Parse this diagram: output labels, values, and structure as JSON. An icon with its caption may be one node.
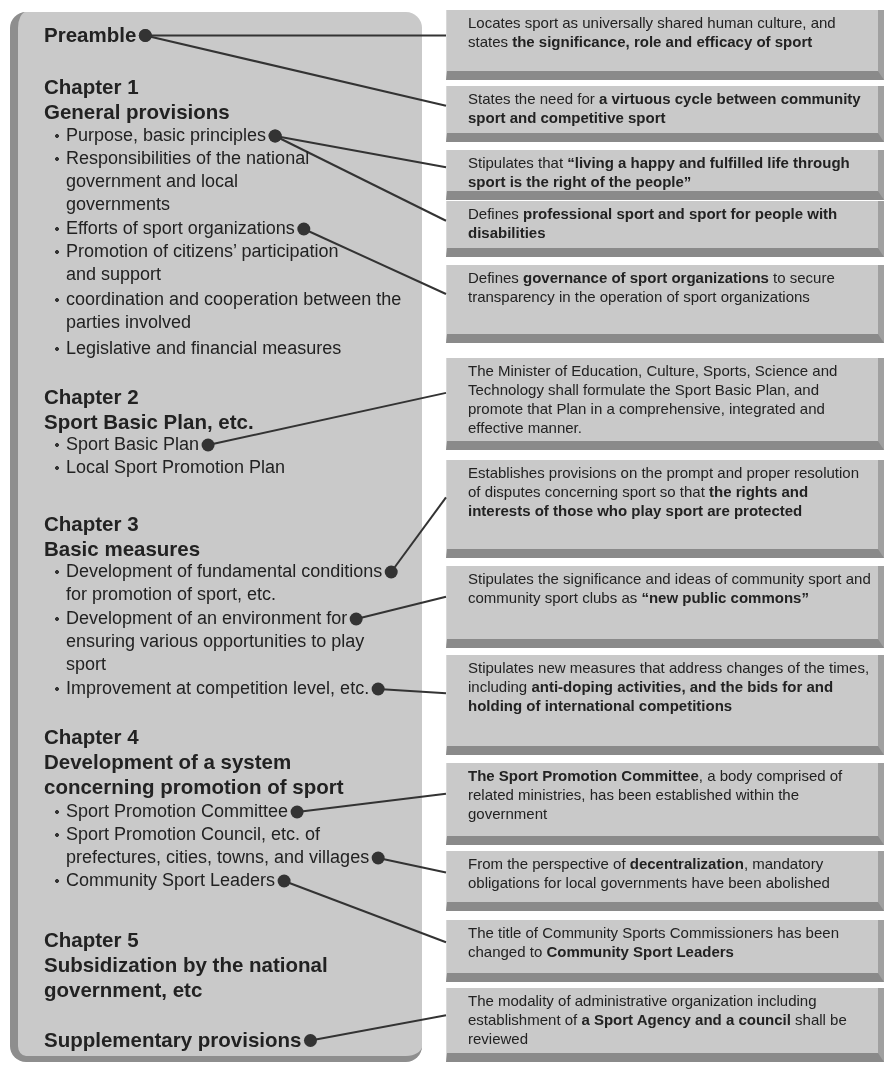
{
  "diagram": {
    "nodes": [
      {
        "text": [],
        "shape": "box"
      },
      {
        "text": [
          "Preamble"
        ],
        "in": 0
      },
      {
        "text": [
          "Purpose, basic principles"
        ],
        "in": 0
      },
      {
        "text": [
          "Responsibilities of the national government and local governments"
        ],
        "in": 0
      },
      {
        "text": [
          "Efforts of sport organizations"
        ],
        "in": 0
      },
      {
        "text": [
          "Promotion of citizens’ participation and support"
        ],
        "in": 0
      },
      {
        "text": [
          "coordination and cooperation between the parties involved"
        ],
        "in": 0
      },
      {
        "text": [
          "Legislative and financial measures"
        ],
        "in": 0
      },
      {
        "text": [
          "Sport Basic Plan"
        ],
        "in": 0
      },
      {
        "text": [
          "Local Sport Promotion Plan"
        ],
        "in": 0
      },
      {
        "text": [
          "Development of fundamental conditions for promotion of sport, etc."
        ],
        "in": 0
      },
      {
        "text": [
          "Development of an environment for ensuring various opportunities to play sport"
        ],
        "in": 0
      },
      {
        "text": [
          "Improvement at competition level, etc."
        ],
        "in": 0
      },
      {
        "text": [
          "Sport Promotion Committee"
        ],
        "in": 0
      },
      {
        "text": [
          "Sport Promotion Council, etc. of prefectures, cities, towns, and villages"
        ],
        "in": 0
      },
      {
        "text": [
          "Community Sport Leaders"
        ],
        "in": 0
      },
      {
        "text": [
          "Supplementary provisions"
        ],
        "in": 0
      },
      {
        "text": [
          "Locates sport as universally shared human culture, and states **the significance, role and efficacy of sport**"
        ]
      },
      {
        "text": [
          "States the need for **a virtuous cycle between community sport and competitive sport**"
        ]
      },
      {
        "text": [
          "Stipulates that **“living a happy and fulfilled life through sport is the right of the people”**"
        ]
      },
      {
        "text": [
          "Defines **professional sport and sport for people with disabilities**"
        ]
      },
      {
        "text": [
          "Defines **governance of sport organizations** to secure transparency in the operation of sport organizations"
        ]
      },
      {
        "text": [
          "The Minister of Education, Culture, Sports, Science and Technology shall formulate the Sport Basic Plan, and promote that Plan in a comprehensive, integrated and effective manner."
        ]
      },
      {
        "text": [
          "Establishes provisions on the prompt and proper resolution of disputes concerning sport so that **the rights and interests of those who play sport are protected**"
        ]
      },
      {
        "text": [
          "Stipulates the significance and ideas of community sport and community sport clubs as **“new public commons”**"
        ]
      },
      {
        "text": [
          "Stipulates new measures that address changes of the times, including **anti-doping activities, and the bids for and holding of international competitions**"
        ]
      },
      {
        "text": [
          "**The Sport Promotion Committee**, a body comprised of related ministries, has been established within the government"
        ]
      },
      {
        "text": [
          "From the perspective of **decentralization**, mandatory obligations for local governments have been abolished"
        ]
      },
      {
        "text": [
          "The title of Community Sports Commissioners has been changed to **Community Sport Leaders**"
        ]
      },
      {
        "text": [
          "The modality of administrative organization including establishment of **a Sport Agency and a council** shall be reviewed"
        ]
      }
    ],
    "edges": [
      {
        "from": 1,
        "to": 17,
        "arrow": "other"
      },
      {
        "from": 1,
        "to": 18,
        "arrow": "other"
      },
      {
        "from": 2,
        "to": 19,
        "arrow": "other"
      },
      {
        "from": 2,
        "to": 20,
        "arrow": "other"
      },
      {
        "from": 4,
        "to": 21,
        "arrow": "other"
      },
      {
        "from": 8,
        "to": 22,
        "arrow": "other"
      },
      {
        "from": 10,
        "to": 23,
        "arrow": "other"
      },
      {
        "from": 11,
        "to": 24,
        "arrow": "other"
      },
      {
        "from": 12,
        "to": 25,
        "arrow": "other"
      },
      {
        "from": 13,
        "to": 26,
        "arrow": "other"
      },
      {
        "from": 14,
        "to": 27,
        "arrow": "other"
      },
      {
        "from": 15,
        "to": 28,
        "arrow": "other"
      },
      {
        "from": 16,
        "to": 29,
        "arrow": "other"
      }
    ],
    "labels": [
      "Chapter 1",
      "General provisions",
      "Chapter 2",
      "Sport Basic Plan, etc.",
      "Chapter 3",
      "Basic measures",
      "Chapter 4",
      "Development of a system concerning promotion of sport",
      "Chapter 5",
      "Subsidization by the national government, etc"
    ]
  }
}
